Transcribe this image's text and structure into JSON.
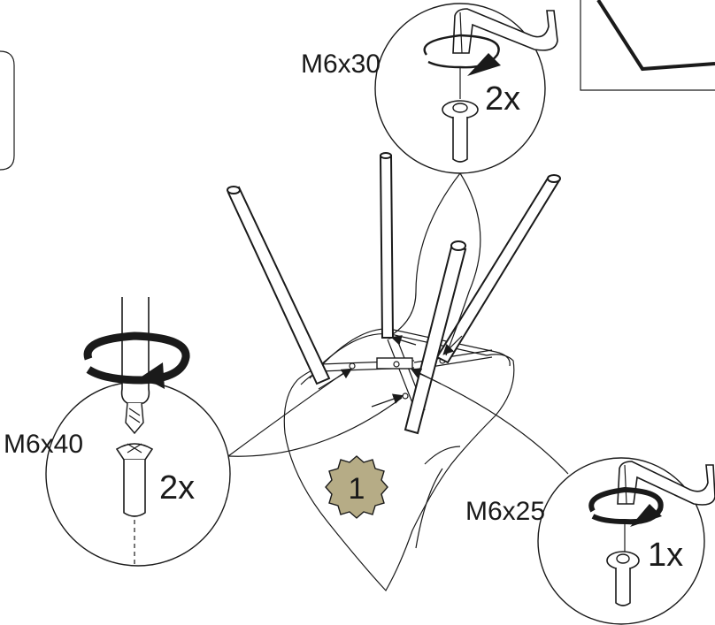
{
  "step": {
    "number": "1",
    "badge_color": "#b6ac86"
  },
  "details": {
    "top": {
      "label": "M6x30",
      "qty": "2x"
    },
    "left": {
      "label": "M6x40",
      "qty": "2x"
    },
    "right": {
      "label": "M6x25",
      "qty": "1x"
    }
  },
  "icons": {
    "allen_key": "allen-key-icon",
    "screwdriver": "screwdriver-icon",
    "rotate": "rotate-clockwise-icon"
  }
}
